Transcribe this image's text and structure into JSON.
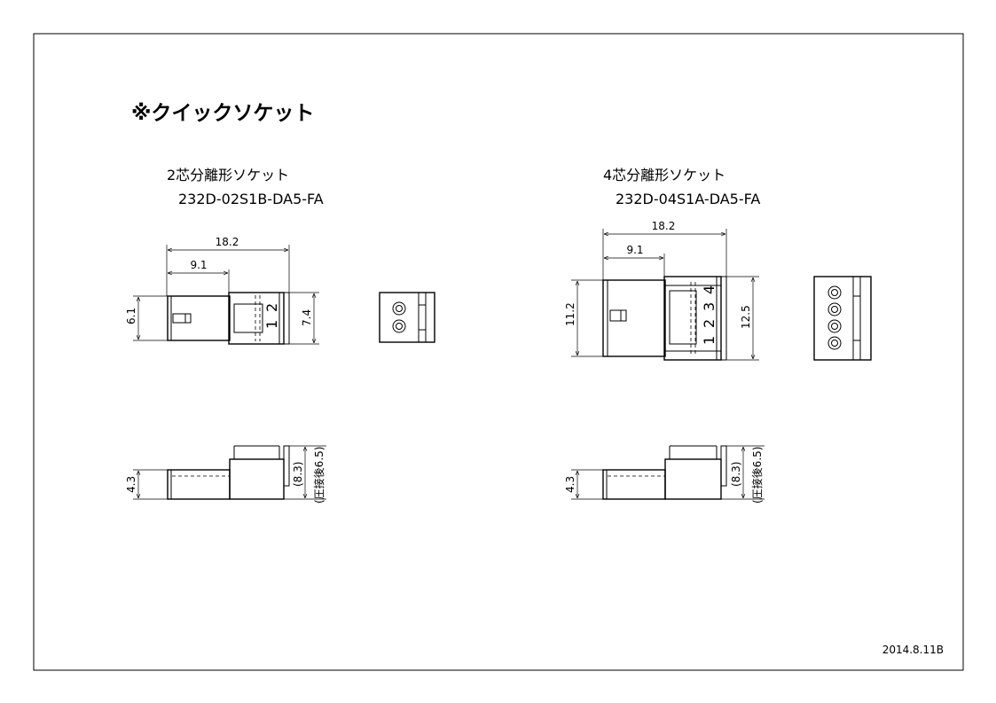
{
  "title": "※クイックソケット",
  "left": {
    "name": "2芯分離形ソケット",
    "part": "232D-02S1B-DA5-FA",
    "dims": {
      "length": "18.2",
      "half": "9.1",
      "plug_height": "6.1",
      "body_height": "7.4",
      "side_height": "4.3",
      "side_total": "(8.3)",
      "side_note": "(圧接後6.5)"
    },
    "pins": [
      "1",
      "2"
    ]
  },
  "right": {
    "name": "4芯分離形ソケット",
    "part": "232D-04S1A-DA5-FA",
    "dims": {
      "length": "18.2",
      "half": "9.1",
      "plug_height": "11.2",
      "body_height": "12.5",
      "side_height": "4.3",
      "side_total": "(8.3)",
      "side_note": "(圧接後6.5)"
    },
    "pins": [
      "1",
      "2",
      "3",
      "4"
    ]
  },
  "date": "2014.8.11B"
}
